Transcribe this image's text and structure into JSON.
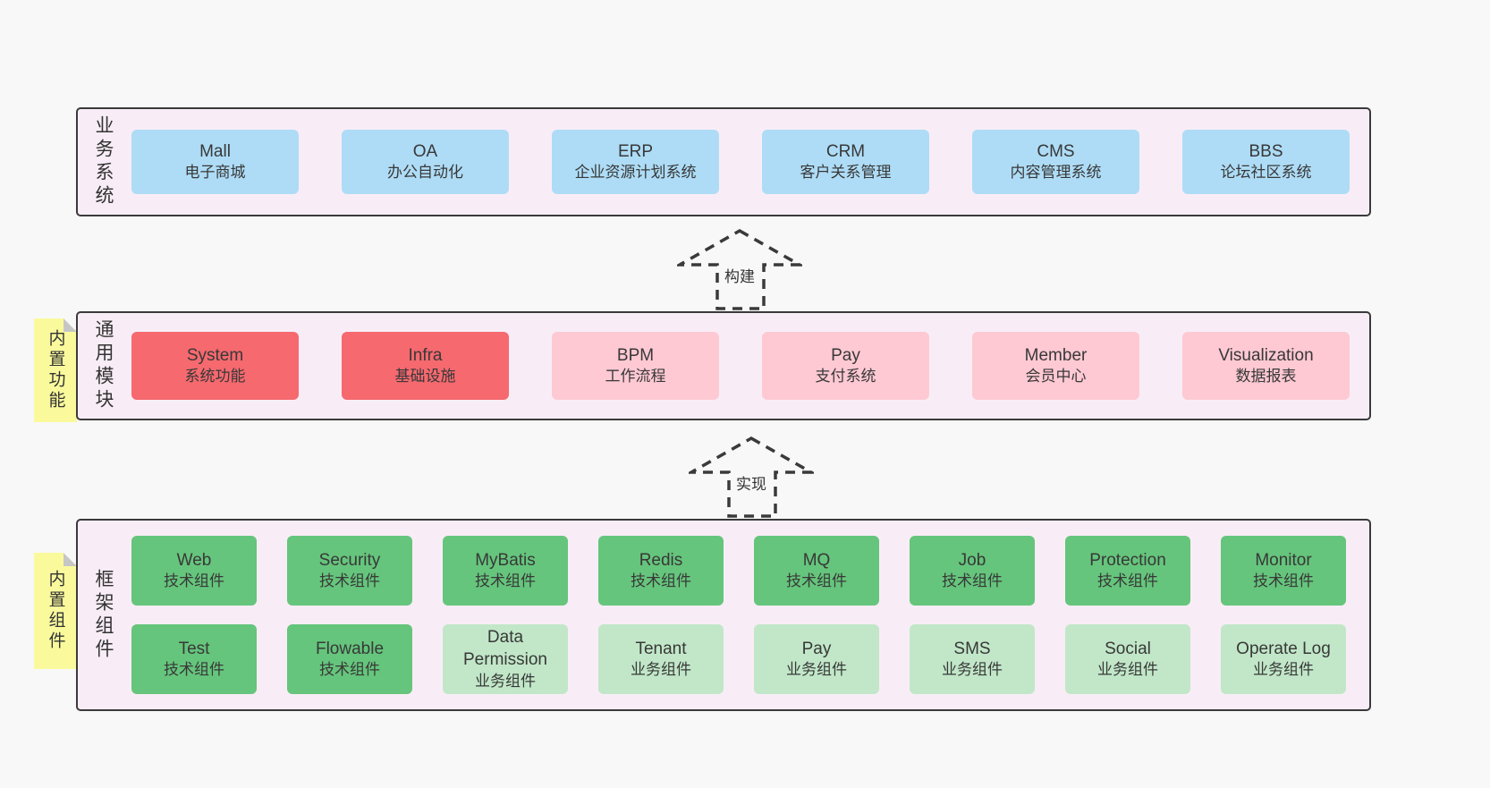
{
  "colors": {
    "blue": "#aedcf6",
    "red": "#f5696f",
    "pink": "#fec9d3",
    "green": "#65c57c",
    "light_green": "#c1e7c8",
    "note_yellow": "#fafa9d",
    "container_bg": "#f8edf6",
    "page_bg": "#f8f8f8",
    "border": "#3a3a3a",
    "text": "#383838"
  },
  "arrows": [
    {
      "label": "构建"
    },
    {
      "label": "实现"
    }
  ],
  "layers": {
    "business": {
      "label": "业务系统",
      "boxes": [
        {
          "title": "Mall",
          "subtitle": "电子商城",
          "variant": "blue"
        },
        {
          "title": "OA",
          "subtitle": "办公自动化",
          "variant": "blue"
        },
        {
          "title": "ERP",
          "subtitle": "企业资源计划系统",
          "variant": "blue"
        },
        {
          "title": "CRM",
          "subtitle": "客户关系管理",
          "variant": "blue"
        },
        {
          "title": "CMS",
          "subtitle": "内容管理系统",
          "variant": "blue"
        },
        {
          "title": "BBS",
          "subtitle": "论坛社区系统",
          "variant": "blue"
        }
      ]
    },
    "modules": {
      "label": "通用模块",
      "note": "内置功能",
      "boxes": [
        {
          "title": "System",
          "subtitle": "系统功能",
          "variant": "red"
        },
        {
          "title": "Infra",
          "subtitle": "基础设施",
          "variant": "red"
        },
        {
          "title": "BPM",
          "subtitle": "工作流程",
          "variant": "pink"
        },
        {
          "title": "Pay",
          "subtitle": "支付系统",
          "variant": "pink"
        },
        {
          "title": "Member",
          "subtitle": "会员中心",
          "variant": "pink"
        },
        {
          "title": "Visualization",
          "subtitle": "数据报表",
          "variant": "pink"
        }
      ]
    },
    "components": {
      "label": "框架组件",
      "note": "内置组件",
      "rows": [
        {
          "boxes": [
            {
              "title": "Web",
              "subtitle": "技术组件",
              "variant": "green"
            },
            {
              "title": "Security",
              "subtitle": "技术组件",
              "variant": "green"
            },
            {
              "title": "MyBatis",
              "subtitle": "技术组件",
              "variant": "green"
            },
            {
              "title": "Redis",
              "subtitle": "技术组件",
              "variant": "green"
            },
            {
              "title": "MQ",
              "subtitle": "技术组件",
              "variant": "green"
            },
            {
              "title": "Job",
              "subtitle": "技术组件",
              "variant": "green"
            },
            {
              "title": "Protection",
              "subtitle": "技术组件",
              "variant": "green"
            },
            {
              "title": "Monitor",
              "subtitle": "技术组件",
              "variant": "green"
            }
          ]
        },
        {
          "boxes": [
            {
              "title": "Test",
              "subtitle": "技术组件",
              "variant": "green"
            },
            {
              "title": "Flowable",
              "subtitle": "技术组件",
              "variant": "green"
            },
            {
              "title": "Data Permission",
              "subtitle": "业务组件",
              "variant": "light_green"
            },
            {
              "title": "Tenant",
              "subtitle": "业务组件",
              "variant": "light_green"
            },
            {
              "title": "Pay",
              "subtitle": "业务组件",
              "variant": "light_green"
            },
            {
              "title": "SMS",
              "subtitle": "业务组件",
              "variant": "light_green"
            },
            {
              "title": "Social",
              "subtitle": "业务组件",
              "variant": "light_green"
            },
            {
              "title": "Operate Log",
              "subtitle": "业务组件",
              "variant": "light_green"
            }
          ]
        }
      ]
    }
  }
}
